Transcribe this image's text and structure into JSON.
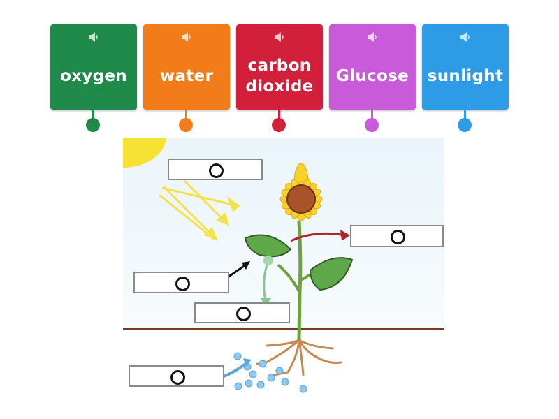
{
  "tiles": [
    {
      "label": "oxygen",
      "color": "#1f8a4a",
      "speaker_icon": "speaker-icon"
    },
    {
      "label": "water",
      "color": "#f27b1a",
      "speaker_icon": "speaker-icon"
    },
    {
      "label": "carbon dioxide",
      "color": "#d2203a",
      "speaker_icon": "speaker-icon"
    },
    {
      "label": "Glucose",
      "color": "#c95ad9",
      "speaker_icon": "speaker-icon"
    },
    {
      "label": "sunlight",
      "color": "#2e9be6",
      "speaker_icon": "speaker-icon"
    }
  ],
  "diagram": {
    "subject": "sunflower plant photosynthesis",
    "drop_zones": [
      "top-left near sun rays",
      "right of flower",
      "left of leaf",
      "below leaf",
      "near roots"
    ]
  },
  "colors": {
    "sky_top": "#eef6fb",
    "ground_line": "#7a3a22",
    "sun": "#f6e233",
    "ray": "#f3e24a",
    "leaf": "#5ea84a",
    "stem": "#6da23e",
    "root": "#c58a52",
    "water_drop": "#8ec8ee",
    "red_arrow": "#b3222a",
    "green_arrow": "#86c890"
  }
}
